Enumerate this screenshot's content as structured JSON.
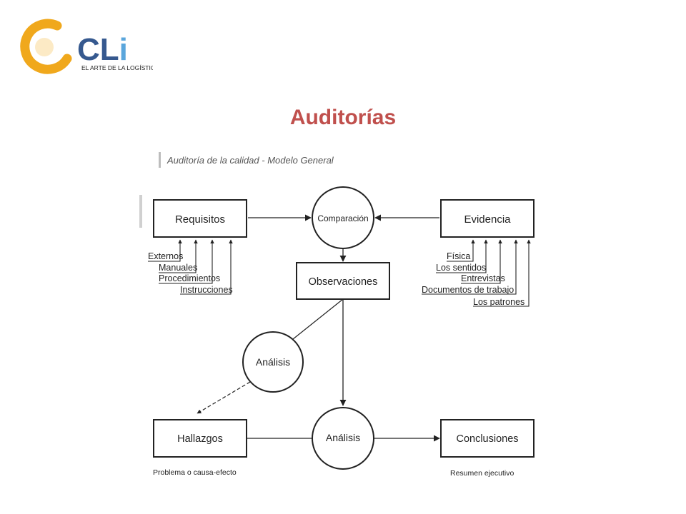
{
  "logo": {
    "brand": "CLi",
    "tagline": "EL ARTE DE LA LOGÍSTICA",
    "colors": {
      "ring": "#f0a81c",
      "brand_dark": "#36598f",
      "brand_light": "#5aa6dc"
    }
  },
  "page": {
    "title": "Auditorías",
    "title_color": "#c0504d"
  },
  "diagram": {
    "caption": "Auditoría de la calidad - Modelo General",
    "nodes": {
      "requisitos": "Requisitos",
      "comparacion": "Comparación",
      "evidencia": "Evidencia",
      "observaciones": "Observaciones",
      "analisis_1": "Análisis",
      "analisis_2": "Análisis",
      "hallazgos": "Hallazgos",
      "conclusiones": "Conclusiones"
    },
    "requisitos_inputs": [
      "Externos",
      "Manuales",
      "Procedimientos",
      "Instrucciones"
    ],
    "evidencia_inputs": [
      "Física",
      "Los sentidos",
      "Entrevistas",
      "Documentos de trabajo",
      "Los patrones"
    ],
    "notes": {
      "hallazgos": "Problema o causa-efecto",
      "conclusiones": "Resumen ejecutivo"
    }
  }
}
